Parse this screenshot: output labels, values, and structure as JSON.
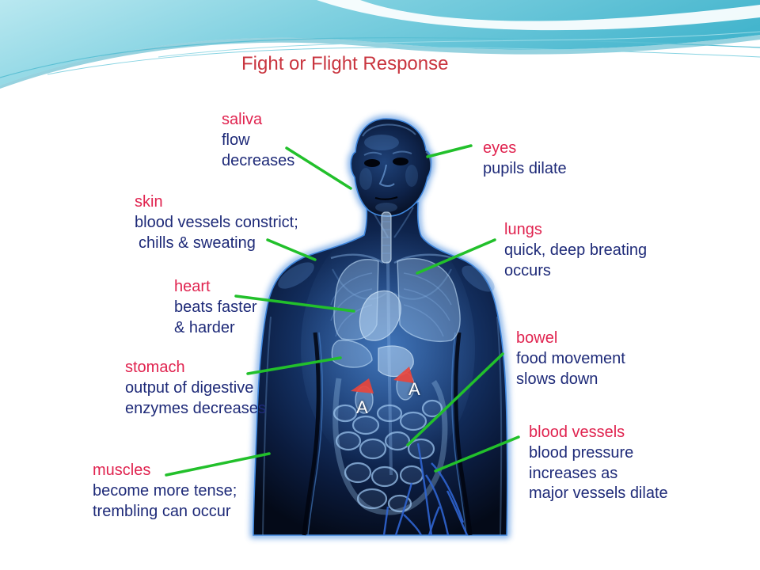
{
  "title": "Fight or Flight Response",
  "labels": {
    "saliva": {
      "heading": "saliva",
      "lines": [
        "flow",
        "decreases"
      ]
    },
    "skin": {
      "heading": "skin",
      "lines": [
        "blood vessels constrict;",
        "chills & sweating"
      ]
    },
    "heart": {
      "heading": "heart",
      "lines": [
        "beats faster",
        "& harder"
      ]
    },
    "stomach": {
      "heading": "stomach",
      "lines": [
        "output of digestive",
        "enzymes decreases"
      ]
    },
    "muscles": {
      "heading": "muscles",
      "lines": [
        "become more tense;",
        "trembling can occur"
      ]
    },
    "eyes": {
      "heading": "eyes",
      "lines": [
        "pupils dilate"
      ]
    },
    "lungs": {
      "heading": "lungs",
      "lines": [
        "quick, deep breating",
        "occurs"
      ]
    },
    "bowel": {
      "heading": "bowel",
      "lines": [
        "food movement",
        "slows down"
      ]
    },
    "blood_vessels": {
      "heading": "blood vessels",
      "lines": [
        "blood pressure",
        "increases as",
        "major vessels dilate"
      ]
    }
  },
  "organ_marks": [
    "A",
    "A"
  ],
  "colors": {
    "title": "#c9353f",
    "heading": "#e0234f",
    "text": "#1e2a78",
    "connector": "#22c02b",
    "adrenal": "#e8453c",
    "figure_edge": "#3f86dc"
  }
}
